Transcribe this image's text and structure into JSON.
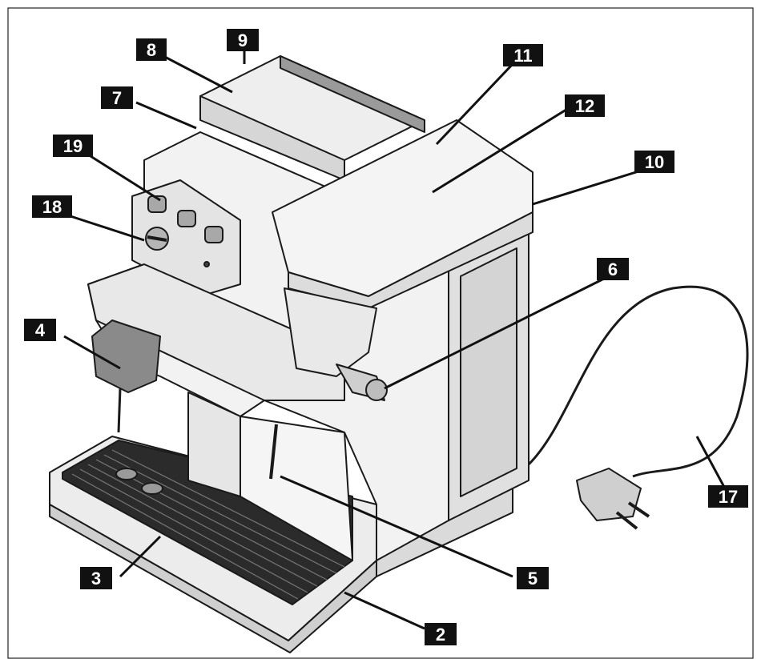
{
  "colors": {
    "outline": "#1a1a1a",
    "body": "#efefef",
    "shade": "#bdbdbd",
    "dark": "#8a8a8a",
    "tray": "#2b2b2b",
    "label_bg": "#111111",
    "label_text": "#ffffff"
  },
  "callouts": [
    {
      "id": "c8",
      "label": "8",
      "target": "bean-container-lid"
    },
    {
      "id": "c9",
      "label": "9",
      "target": "bean-container"
    },
    {
      "id": "c7",
      "label": "7",
      "target": "ground-coffee-funnel"
    },
    {
      "id": "c19",
      "label": "19",
      "target": "selection-buttons"
    },
    {
      "id": "c18",
      "label": "18",
      "target": "selector-knob"
    },
    {
      "id": "c4",
      "label": "4",
      "target": "dispenser"
    },
    {
      "id": "c11",
      "label": "11",
      "target": "water-tank-lid"
    },
    {
      "id": "c12",
      "label": "12",
      "target": "top-cover"
    },
    {
      "id": "c10",
      "label": "10",
      "target": "water-tank"
    },
    {
      "id": "c6",
      "label": "6",
      "target": "steam-knob"
    },
    {
      "id": "c5",
      "label": "5",
      "target": "steam-wand"
    },
    {
      "id": "c3",
      "label": "3",
      "target": "drip-tray-grid"
    },
    {
      "id": "c2",
      "label": "2",
      "target": "drip-tray"
    },
    {
      "id": "c17",
      "label": "17",
      "target": "power-cord"
    }
  ]
}
